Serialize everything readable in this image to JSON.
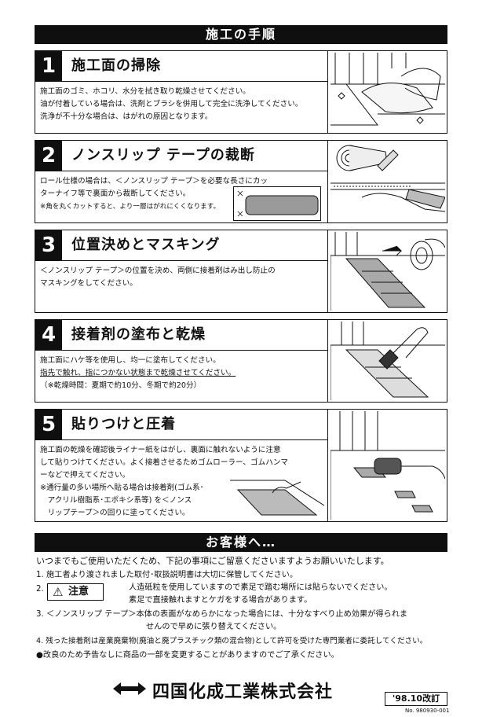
{
  "header": {
    "title": "施工の手順"
  },
  "steps": [
    {
      "number": "1",
      "title": "施工面の掃除",
      "lines": [
        "施工面のゴミ、ホコリ、水分を拭き取り乾燥させてください。",
        "油が付着している場合は、洗剤とブラシを併用して完全に洗浄してください。",
        "洗浄が不十分な場合は、はがれの原因となります。"
      ]
    },
    {
      "number": "2",
      "title": "ノンスリップ テープの裁断",
      "lines": [
        "ロール仕様の場合は、＜ノンスリップ テープ＞を必要な長さにカッ",
        "ターナイフ等で裏面から裁断してください。",
        "※角を丸くカットすると、より一層はがれにくくなります。"
      ]
    },
    {
      "number": "3",
      "title": "位置決めとマスキング",
      "lines": [
        "＜ノンスリップ テープ＞の位置を決め、両側に接着剤はみ出し防止の",
        "マスキングをしてください。"
      ]
    },
    {
      "number": "4",
      "title": "接着剤の塗布と乾燥",
      "lines": [
        "施工面にハケ等を使用し、均一に塗布してください。",
        "指先で触れ、指につかない状態まで乾燥させてください。",
        "（※乾燥時間：夏期で約10分、冬期で約20分）"
      ]
    },
    {
      "number": "5",
      "title": "貼りつけと圧着",
      "lines": [
        "施工面の乾燥を確認後ライナー紙をはがし、裏面に触れないように注意",
        "して貼りつけてください。よく接着させるためゴムローラー、ゴムハンマ",
        "ーなどで押えてください。",
        "※通行量の多い場所へ貼る場合は接着剤(ゴム系･",
        "　アクリル樹脂系･エポキシ系等) を＜ノンス",
        "　リップテープ＞の回りに塗ってください。"
      ]
    }
  ],
  "notice": {
    "title": "お客様へ…",
    "intro": "いつまでもご使用いただくため、下記の事項にご留意くださいますようお願いいたします。",
    "item1": "1.  施工者より渡されました取付･取扱説明書は大切に保管してください。",
    "item2_num": "2.",
    "caution_label": "注意",
    "item2_line1": "人造砥粒を使用していますので素足で踏む場所には貼らないでください。",
    "item2_line2": "素足で直接触れますとケガをする場合があります。",
    "item3_line1": "3. ＜ノンスリップ テープ＞本体の表面がなめらかになった場合には、十分なすべり止め効果が得られま",
    "item3_line2": "せんので早めに張り替えてください。",
    "item4": "4.  残った接着剤は産業廃棄物(廃油と廃プラスチック類の混合物)として許可を受けた専門業者に委託してください。",
    "closing": "●改良のため予告なしに商品の一部を変更することがありますのでご了承ください。"
  },
  "footer": {
    "company": "四国化成工業株式会社",
    "revision": "'98.10改訂",
    "doc_no": "No. 980930-001"
  }
}
